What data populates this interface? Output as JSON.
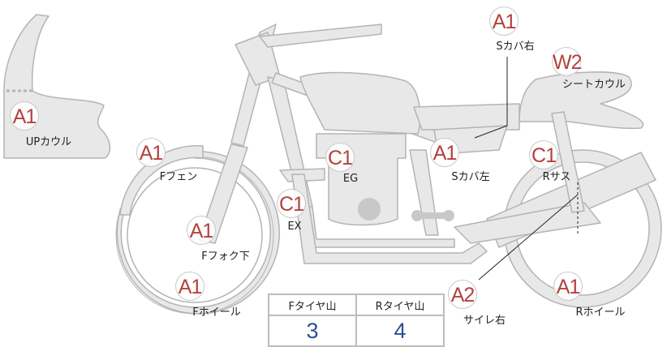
{
  "parts": [
    {
      "code": "A1",
      "label": "Sカバ右"
    },
    {
      "code": "W2",
      "label": "シートカウル"
    },
    {
      "code": "A1",
      "label": "UPカウル"
    },
    {
      "code": "A1",
      "label": "Fフェン"
    },
    {
      "code": "C1",
      "label": "EG"
    },
    {
      "code": "A1",
      "label": "Sカバ左"
    },
    {
      "code": "C1",
      "label": "Rサス"
    },
    {
      "code": "C1",
      "label": "EX"
    },
    {
      "code": "A1",
      "label": "Fフォク下"
    },
    {
      "code": "A1",
      "label": "Fホイール"
    },
    {
      "code": "A2",
      "label": "サイレ右"
    },
    {
      "code": "A1",
      "label": "Rホイール"
    }
  ],
  "tires": {
    "headers": [
      "Fタイヤ山",
      "Rタイヤ山"
    ],
    "values": [
      "3",
      "4"
    ]
  },
  "colors": {
    "badge_text": "#b3423f",
    "value_text": "#2f4e99",
    "part_fill": "#e8e8e8",
    "part_stroke": "#b4b4b4"
  }
}
